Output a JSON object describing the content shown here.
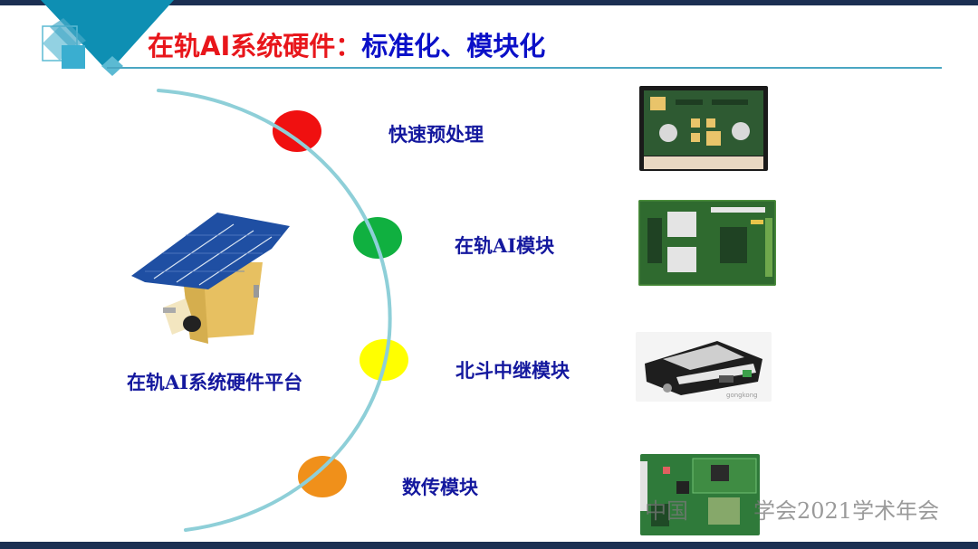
{
  "slide": {
    "title_part1": "在轨AI系统硬件：",
    "title_part2": "标准化、模块化",
    "colors": {
      "title_red": "#e8161b",
      "title_blue": "#0b10c8",
      "label_blue": "#14189e",
      "arc": "#8ecfd8",
      "band": "#1b2f52",
      "accent_teal": "#0e8fb3"
    }
  },
  "platform": {
    "label": "在轨AI系统硬件平台",
    "image": "satellite-illustration"
  },
  "modules": [
    {
      "label": "快速预处理",
      "dot_color": "#f01010",
      "image": "pcb-board-gold-components"
    },
    {
      "label": "在轨AI模块",
      "dot_color": "#10b040",
      "image": "pcb-board-dual-chips"
    },
    {
      "label": "北斗中继模块",
      "dot_color": "#ffff00",
      "image": "beidou-relay-device"
    },
    {
      "label": "数传模块",
      "dot_color": "#f0901a",
      "image": "data-transmission-board"
    }
  ],
  "device_caption": "gongkong",
  "watermark": "中国　　　学会2021学术年会"
}
